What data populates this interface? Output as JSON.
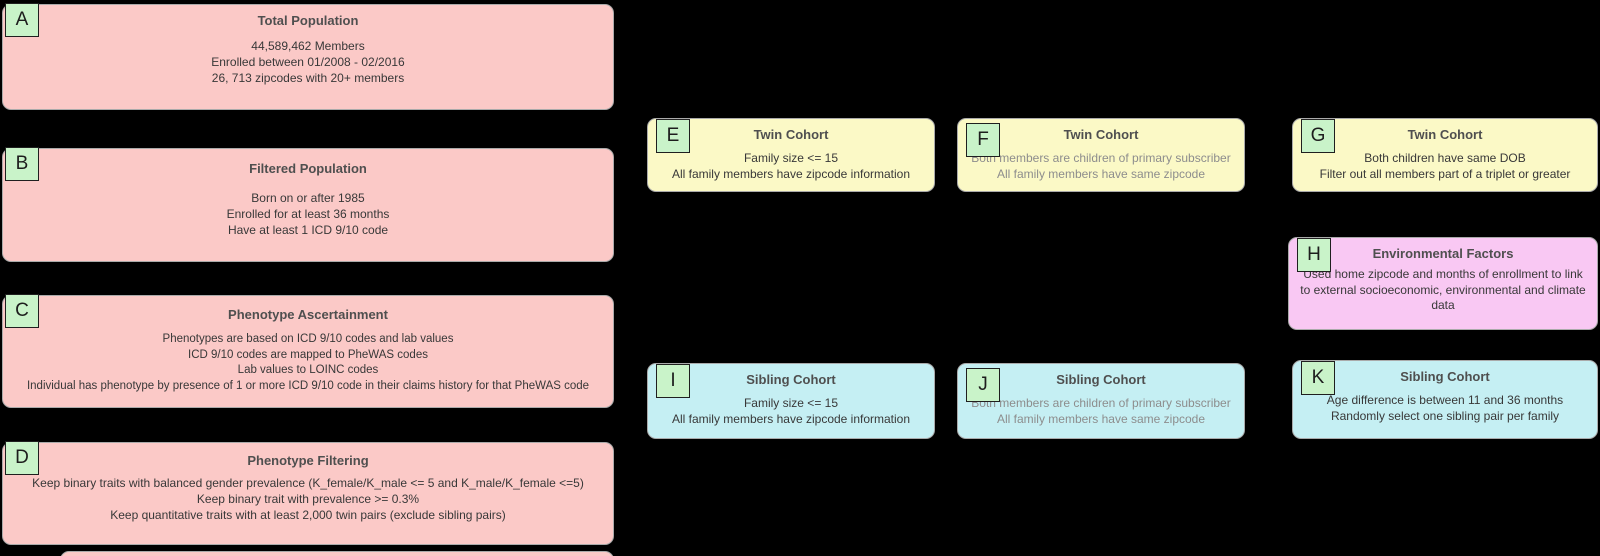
{
  "colors": {
    "background": "#000000",
    "pink": "#fbc9c7",
    "yellow": "#fbf9c6",
    "cyan": "#c5eff3",
    "magenta": "#f9c8f3",
    "labelGreen": "#c9f3c9",
    "border": "#aaaaaa",
    "labelBorder": "#1f1f1f",
    "titleText": "#4f4f4f",
    "bodyText": "#383838",
    "mutedText": "#8d8d8d"
  },
  "boxes": {
    "A": {
      "letter": "A",
      "title": "Total Population",
      "lines": [
        "44,589,462 Members",
        "Enrolled between 01/2008 - 02/2016",
        "26, 713 zipcodes with 20+ members"
      ]
    },
    "B": {
      "letter": "B",
      "title": "Filtered Population",
      "lines": [
        "Born on or after 1985",
        "Enrolled for at least 36 months",
        "Have at least 1 ICD 9/10 code"
      ]
    },
    "C": {
      "letter": "C",
      "title": "Phenotype Ascertainment",
      "lines": [
        "Phenotypes are based on ICD 9/10 codes and lab values",
        "ICD 9/10 codes are mapped to PheWAS codes",
        "Lab values to LOINC codes",
        "Individual has phenotype by presence of 1 or more ICD 9/10 code in their claims history for that PheWAS code"
      ]
    },
    "D": {
      "letter": "D",
      "title": "Phenotype Filtering",
      "lines": [
        "Keep binary traits with balanced gender prevalence (K_female/K_male <= 5 and K_male/K_female <=5)",
        "Keep binary trait with prevalence >= 0.3%",
        "Keep quantitative traits with at least 2,000 twin pairs (exclude sibling pairs)"
      ]
    },
    "E": {
      "letter": "E",
      "title": "Twin Cohort",
      "lines": [
        "Family size <= 15",
        "All family members have zipcode information"
      ]
    },
    "F": {
      "letter": "F",
      "title": "Twin Cohort",
      "lines": [
        "Both members are children of primary subscriber",
        "All family members have same zipcode"
      ]
    },
    "G": {
      "letter": "G",
      "title": "Twin Cohort",
      "lines": [
        "Both children have same DOB",
        "Filter out all members part of a triplet or greater"
      ]
    },
    "H": {
      "letter": "H",
      "title": "Environmental Factors",
      "lines": [
        "Used home zipcode and months of enrollment to link to external socioeconomic, environmental and climate data"
      ]
    },
    "I": {
      "letter": "I",
      "title": "Sibling Cohort",
      "lines": [
        "Family size <= 15",
        "All family members have zipcode information"
      ]
    },
    "J": {
      "letter": "J",
      "title": "Sibling Cohort",
      "lines": [
        "Both members are children of primary subscriber",
        "All family members have same zipcode"
      ]
    },
    "K": {
      "letter": "K",
      "title": "Sibling Cohort",
      "lines": [
        "Age difference is between 11 and 36 months",
        "Randomly select one sibling pair per family"
      ]
    }
  }
}
